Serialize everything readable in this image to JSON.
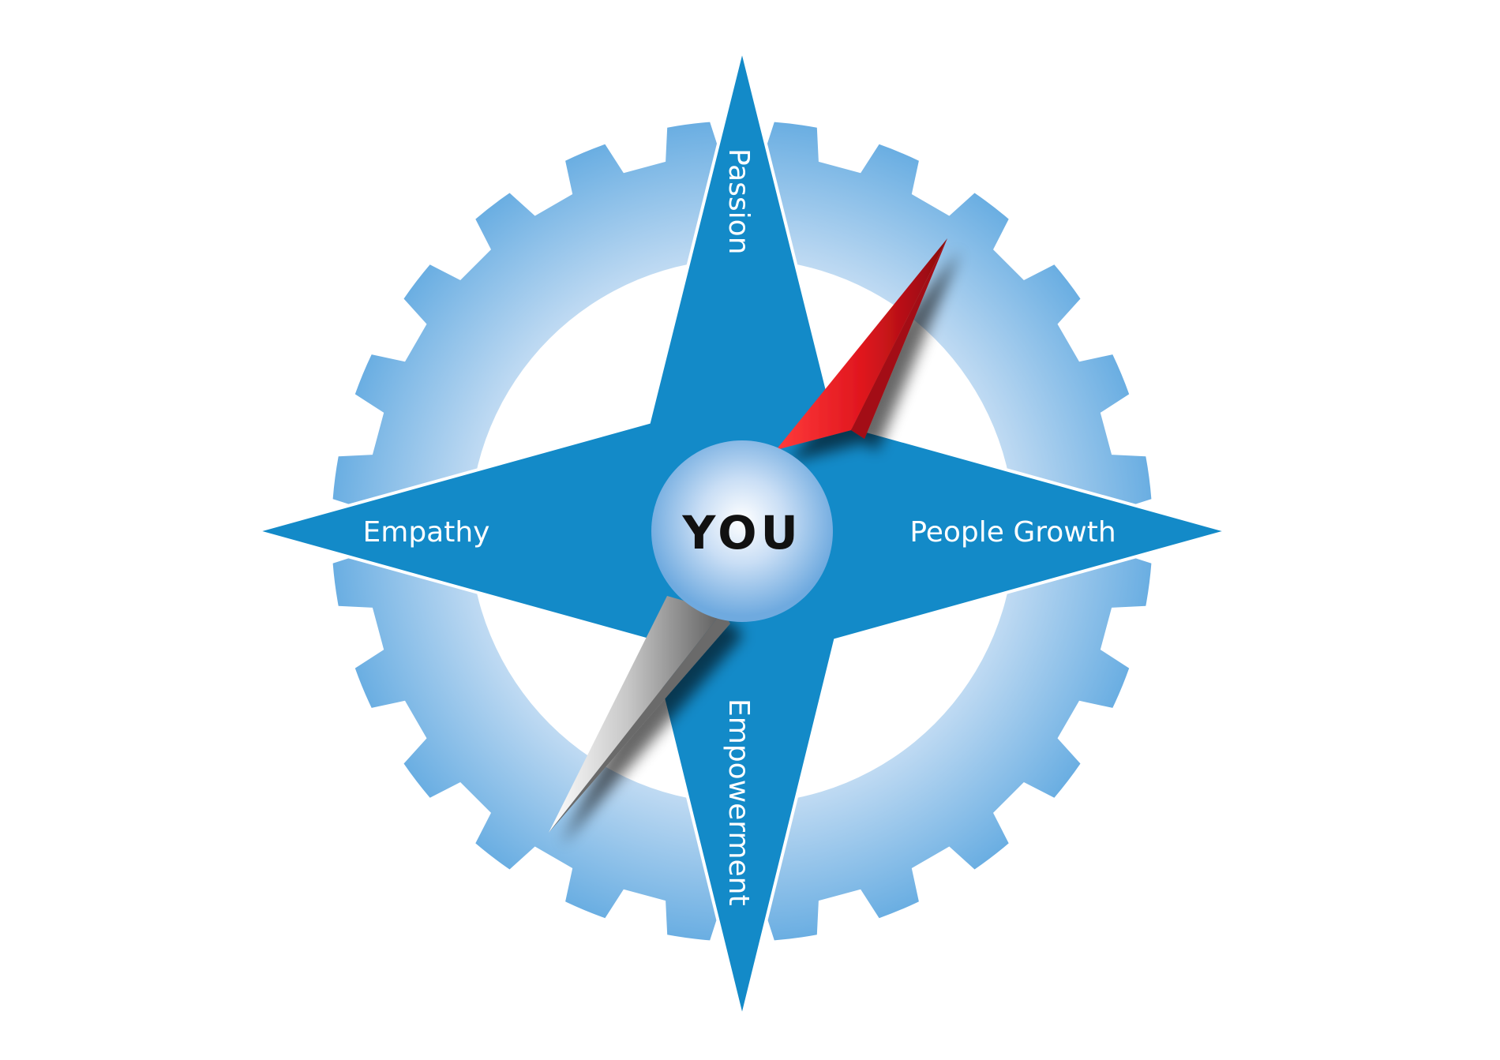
{
  "diagram": {
    "center_label": "YOU",
    "directions": {
      "north": "Passion",
      "east": "People Growth",
      "south": "Empowerment",
      "west": "Empathy"
    }
  },
  "colors": {
    "star_blue": "#138ac8",
    "gear_edge": "#6aaee2",
    "gear_inner": "#dce9f8",
    "needle_red": "#e0161e",
    "needle_silver": "#b9b9b9"
  }
}
